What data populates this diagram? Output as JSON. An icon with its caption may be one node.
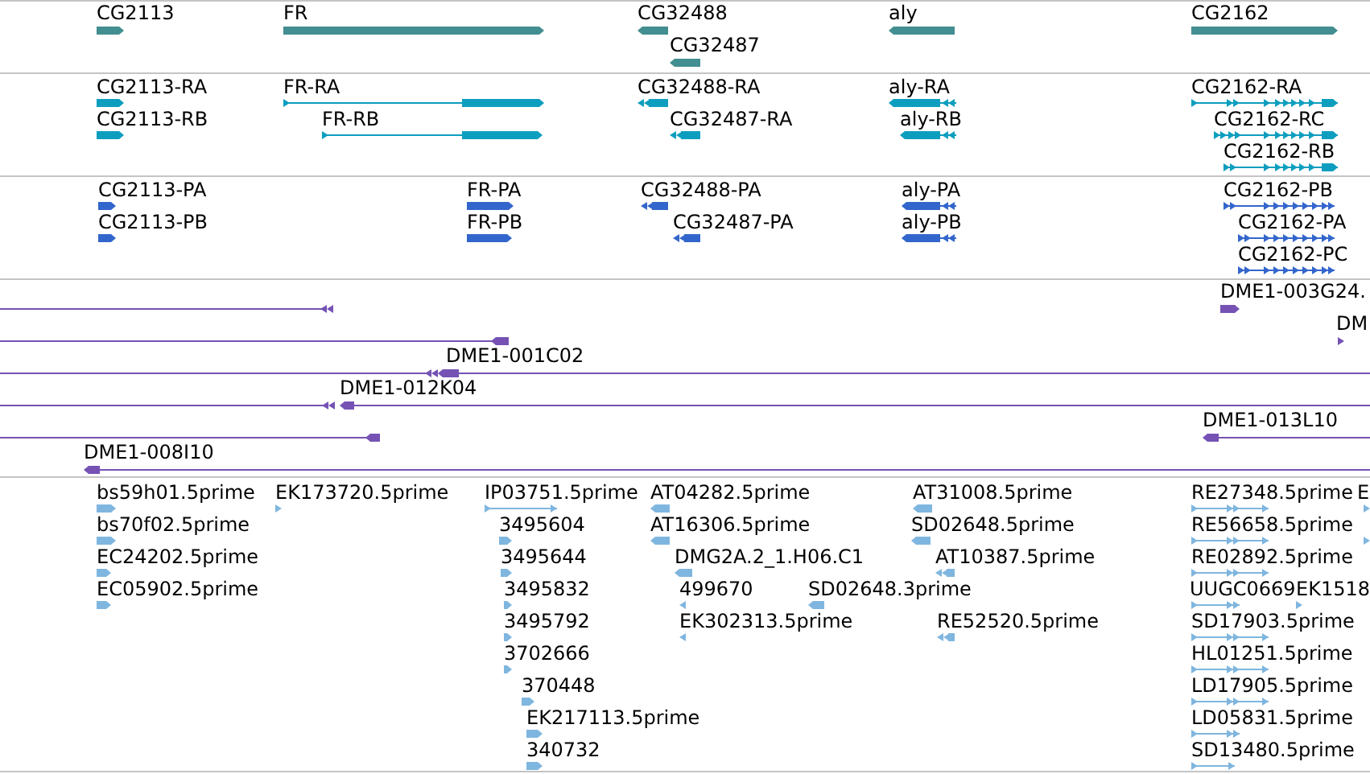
{
  "diagram": {
    "labels": [
      "CG2113",
      "FR",
      "CG32488",
      "aly",
      "CG2162",
      "CG32487",
      "CG2113-RA",
      "FR-RA",
      "CG32488-RA",
      "aly-RA",
      "CG2162-RA",
      "CG2113-RB",
      "FR-RB",
      "CG32487-RA",
      "aly-RB",
      "CG2162-RC",
      "CG2162-RB",
      "CG2113-PA",
      "FR-PA",
      "CG32488-PA",
      "aly-PA",
      "CG2162-PB",
      "CG2113-PB",
      "FR-PB",
      "CG32487-PA",
      "aly-PB",
      "CG2162-PA",
      "CG2162-PC",
      "DME1-003G24.",
      "DM",
      "DME1-001C02",
      "DME1-012K04",
      "DME1-013L10",
      "DME1-008I10",
      "bs59h01.5prime",
      "EK173720.5prime",
      "IP03751.5prime",
      "AT04282.5prime",
      "AT31008.5prime",
      "RE27348.5prime",
      "E",
      "bs70f02.5prime",
      "3495604",
      "AT16306.5prime",
      "SD02648.5prime",
      "RE56658.5prime",
      "EC24202.5prime",
      "3495644",
      "DMG2A.2_1.H06.C1",
      "AT10387.5prime",
      "RE02892.5prime",
      "EC05902.5prime",
      "3495832",
      "499670",
      "SD02648.3prime",
      "UUGC0669",
      "EK1518",
      "3495792",
      "EK302313.5prime",
      "RE52520.5prime",
      "SD17903.5prime",
      "3702666",
      "HL01251.5prime",
      "370448",
      "LD17905.5prime",
      "EK217113.5prime",
      "LD05831.5prime",
      "340732",
      "SD13480.5prime"
    ]
  }
}
